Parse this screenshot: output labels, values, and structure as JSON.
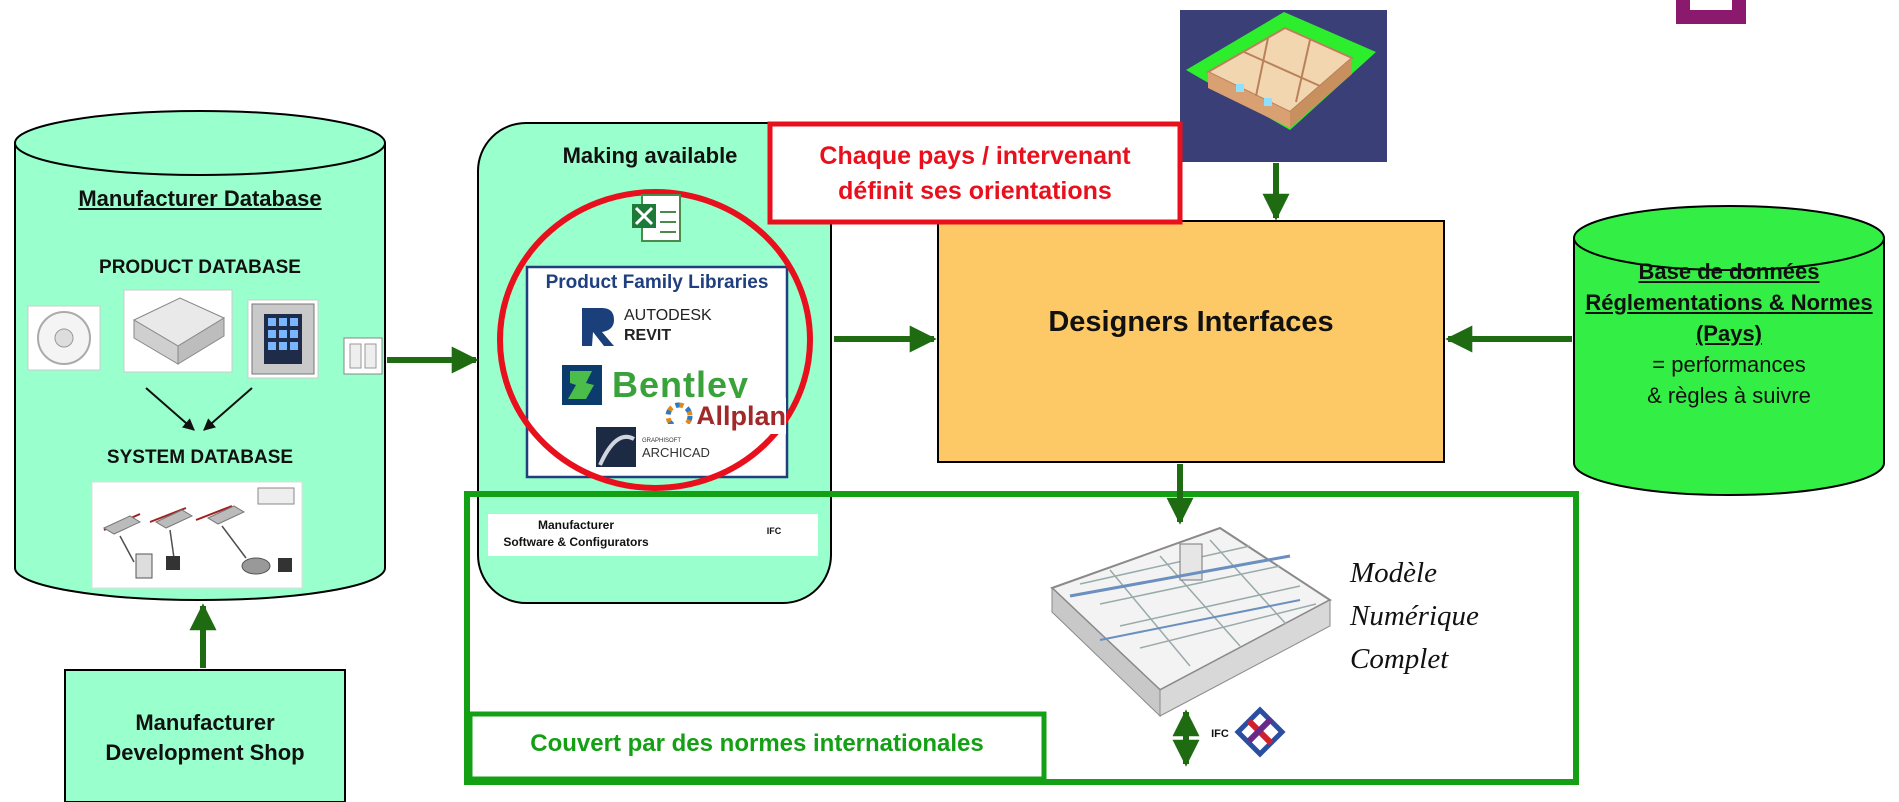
{
  "manufacturer_db": {
    "title": "Manufacturer Database",
    "product_label": "PRODUCT DATABASE",
    "system_label": "SYSTEM DATABASE"
  },
  "dev_shop": {
    "line1": "Manufacturer",
    "line2": "Development Shop"
  },
  "making_available": {
    "title": "Making available",
    "libraries_title": "Product Family Libraries",
    "autodesk_line1": "AUTODESK",
    "autodesk_line2": "REVIT",
    "bentley": "Bentley",
    "allplan": "Allplan",
    "archicad_small": "GRAPHISOFT",
    "archicad": "ARCHICAD",
    "configurator_line1": "Manufacturer",
    "configurator_line2": "Software & Configurators",
    "ifc": "IFC"
  },
  "callout": {
    "line1": "Chaque pays / intervenant",
    "line2": "définit ses orientations"
  },
  "designers": {
    "title": "Designers Interfaces"
  },
  "regulations_db": {
    "line1": "Base de données",
    "line2": "Réglementations & Normes",
    "line3": "(Pays)",
    "line4": "= performances",
    "line5": "& règles à suivre"
  },
  "model": {
    "line1": "Modèle",
    "line2": "Numérique",
    "line3": "Complet",
    "ifc": "IFC"
  },
  "standards": {
    "label": "Couvert par des normes internationales"
  },
  "colors": {
    "mint": "#99ffcc",
    "green_arrow": "#1e6b12",
    "green_box": "#14a014",
    "red": "#e8101c",
    "orange": "#fdc966",
    "lime": "#33ee44",
    "navy": "#1f3f7f"
  }
}
